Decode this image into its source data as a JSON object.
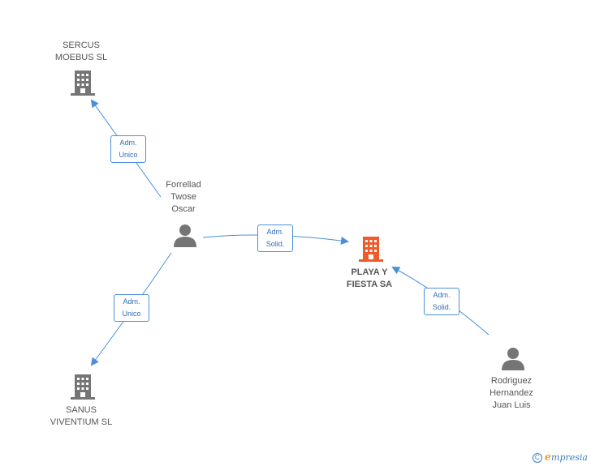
{
  "colors": {
    "company": "#757575",
    "company_main": "#f05a28",
    "person": "#757575",
    "edge": "#4a90d9",
    "edge_text": "#2f6db5"
  },
  "nodes": {
    "sercus": {
      "label": "SERCUS\nMOEBUS  SL",
      "icon": "building-icon"
    },
    "forrellad": {
      "label": "Forrellad\nTwose\nOscar",
      "icon": "person-icon"
    },
    "playa": {
      "label": "PLAYA Y\nFIESTA SA",
      "icon": "building-icon"
    },
    "sanus": {
      "label": "SANUS\nVIVENTIUM  SL",
      "icon": "building-icon"
    },
    "rodriguez": {
      "label": "Rodriguez\nHernandez\nJuan Luis",
      "icon": "person-icon"
    }
  },
  "edges": {
    "e1": {
      "label": "Adm.\nUnico"
    },
    "e2": {
      "label": "Adm.\nSolid."
    },
    "e3": {
      "label": "Adm.\nUnico"
    },
    "e4": {
      "label": "Adm.\nSolid."
    }
  },
  "footer": {
    "copyright_symbol": "C",
    "brand_first": "e",
    "brand_rest": "mpresia"
  }
}
